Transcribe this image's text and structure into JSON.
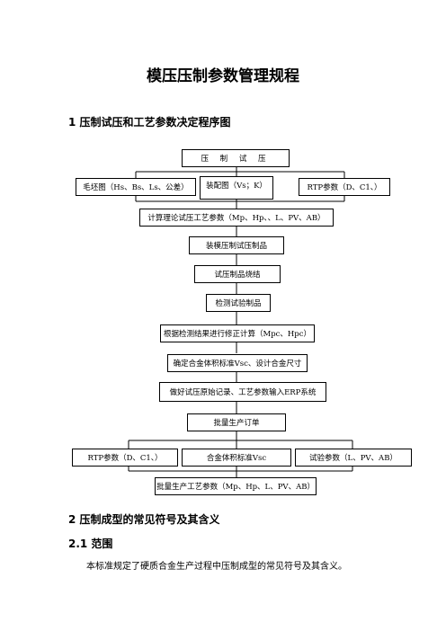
{
  "doc_title": "模压压制参数管理规程",
  "section1": "1  压制试压和工艺参数决定程序图",
  "section2": "2  压制成型的常见符号及其含义",
  "section2_1": "2.1  范围",
  "section2_1_text": "本标准规定了硬质合金生产过程中压制成型的常见符号及其含义。",
  "flow": {
    "start": "压 制 试 压",
    "left": "毛坯图（Hs、Bs、Ls、公差）",
    "middle": "装配图（Vs；K）",
    "right": "RTP参数（D、C1、）",
    "calc": "计算理论试压工艺参数（Mp、Hp、、L、PV、AB）",
    "mount": "装模压制试压制品",
    "sinter": "试压制品烧结",
    "inspect": "检测试验制品",
    "correct": "根据检测结果进行修正计算（Mpc、Hpc）",
    "determine": "确定合金体积标准Vsc、设计合金尺寸",
    "record": "做好试压原始记录、工艺参数输入ERP系统",
    "order": "批量生产订单",
    "out_left": "RTP参数（D、C1、）",
    "out_mid": "合金体积标准Vsc",
    "out_right": "试验参数（L、PV、AB）",
    "final": "批量生产工艺参数（Mp、Hp、L、PV、AB）"
  }
}
